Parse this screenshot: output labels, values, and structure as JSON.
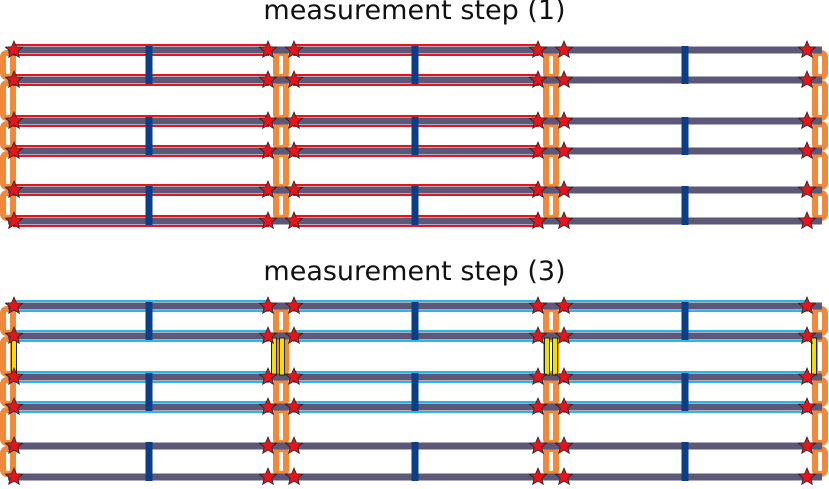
{
  "panels": [
    {
      "title": "measurement step (1)",
      "highlight_color": "#e8141c",
      "highlight_rows": [
        0,
        1,
        2,
        3,
        4,
        5
      ],
      "highlight_sections": [
        0,
        1
      ],
      "yellow_links": []
    },
    {
      "title": "measurement step (3)",
      "highlight_color": "#29b6e8",
      "highlight_rows": [
        0,
        1,
        2,
        3
      ],
      "highlight_sections": [
        0,
        1,
        2
      ],
      "yellow_links": [
        "left-edge-rows-1-2",
        "junction-1-rows-1-2",
        "junction-2-rows-1-2",
        "right-edge-rows-1-2"
      ]
    }
  ],
  "colors": {
    "rail": "#5e5878",
    "tick": "#0a3e86",
    "rung": "#f2883a",
    "star": "#e8141c",
    "star_outline": "#f0e000",
    "yellow": "#f0e000"
  }
}
